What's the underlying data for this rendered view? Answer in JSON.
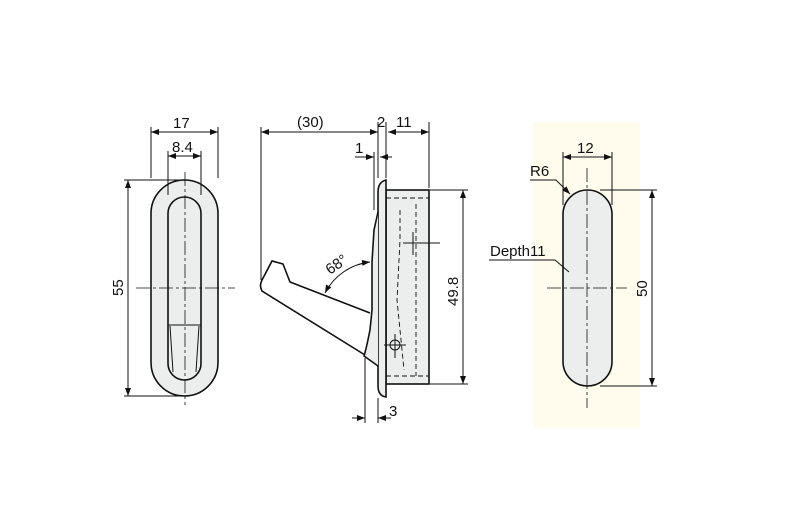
{
  "front_view": {
    "width_outer": "17",
    "width_inner": "8.4",
    "height": "55"
  },
  "side_view": {
    "reach": "(30)",
    "flange": "2",
    "body_depth": "11",
    "gap_top": "1",
    "gap_bottom": "3",
    "angle": "68°",
    "height": "49.8"
  },
  "cutout_view": {
    "width": "12",
    "radius": "R6",
    "depth": "Depth11",
    "height": "50"
  },
  "colors": {
    "panel": "#fffcee",
    "part_fill": "#eceeee",
    "line": "#111111"
  }
}
